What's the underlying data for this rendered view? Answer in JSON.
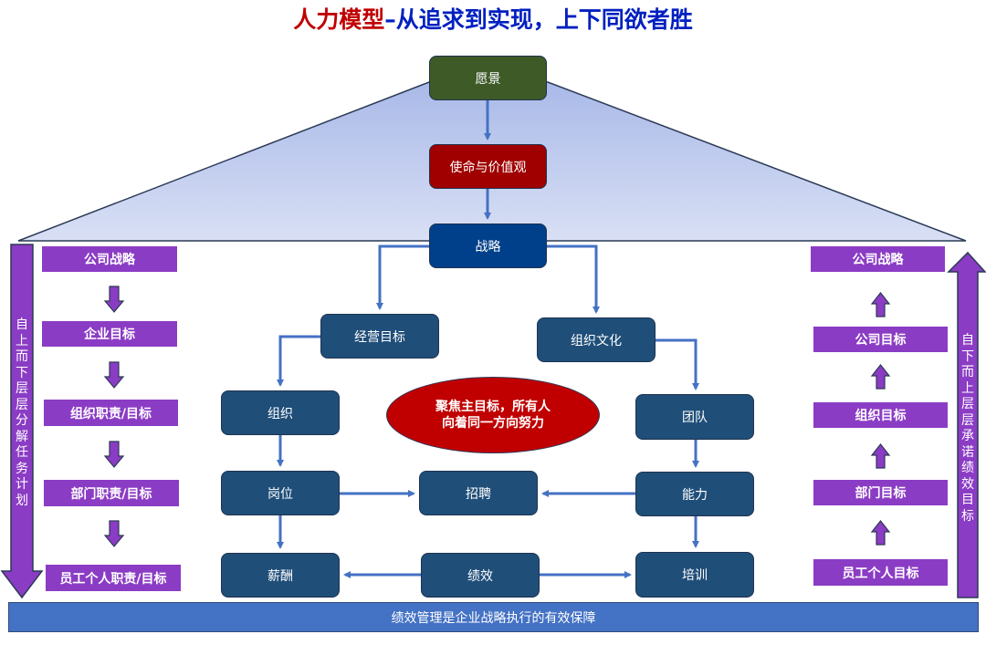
{
  "title": {
    "part1": "人力模型",
    "part2": "–从追求到实现，上下同欲者胜"
  },
  "colors": {
    "title_red": "#c00000",
    "title_blue": "#0020c0",
    "vision": "#3d5a27",
    "mission": "#a00000",
    "strategy": "#003f8a",
    "node": "#1f4e79",
    "purple": "#8b3cc4",
    "connector": "#4472c4",
    "focus": "#c00000"
  },
  "top": {
    "vision": "愿景",
    "mission": "使命与价值观",
    "strategy": "战略"
  },
  "center": {
    "business_goals": "经营目标",
    "org_culture": "组织文化",
    "organization": "组织",
    "team": "团队",
    "position": "岗位",
    "recruiting": "招聘",
    "ability": "能力",
    "compensation": "薪酬",
    "performance": "绩效",
    "training": "培训",
    "focus_line1": "聚焦主目标，所有人",
    "focus_line2": "向着同一方向努力"
  },
  "left": {
    "arrow_text": "自上而下层层分解任务计划",
    "items": [
      "公司战略",
      "企业目标",
      "组织职责/目标",
      "部门职责/目标",
      "员工个人职责/目标"
    ]
  },
  "right": {
    "arrow_text": "自下而上层层承诺绩效目标",
    "items": [
      "公司战略",
      "公司目标",
      "组织目标",
      "部门目标",
      "员工个人目标"
    ]
  },
  "footer": "绩效管理是企业战略执行的有效保障"
}
